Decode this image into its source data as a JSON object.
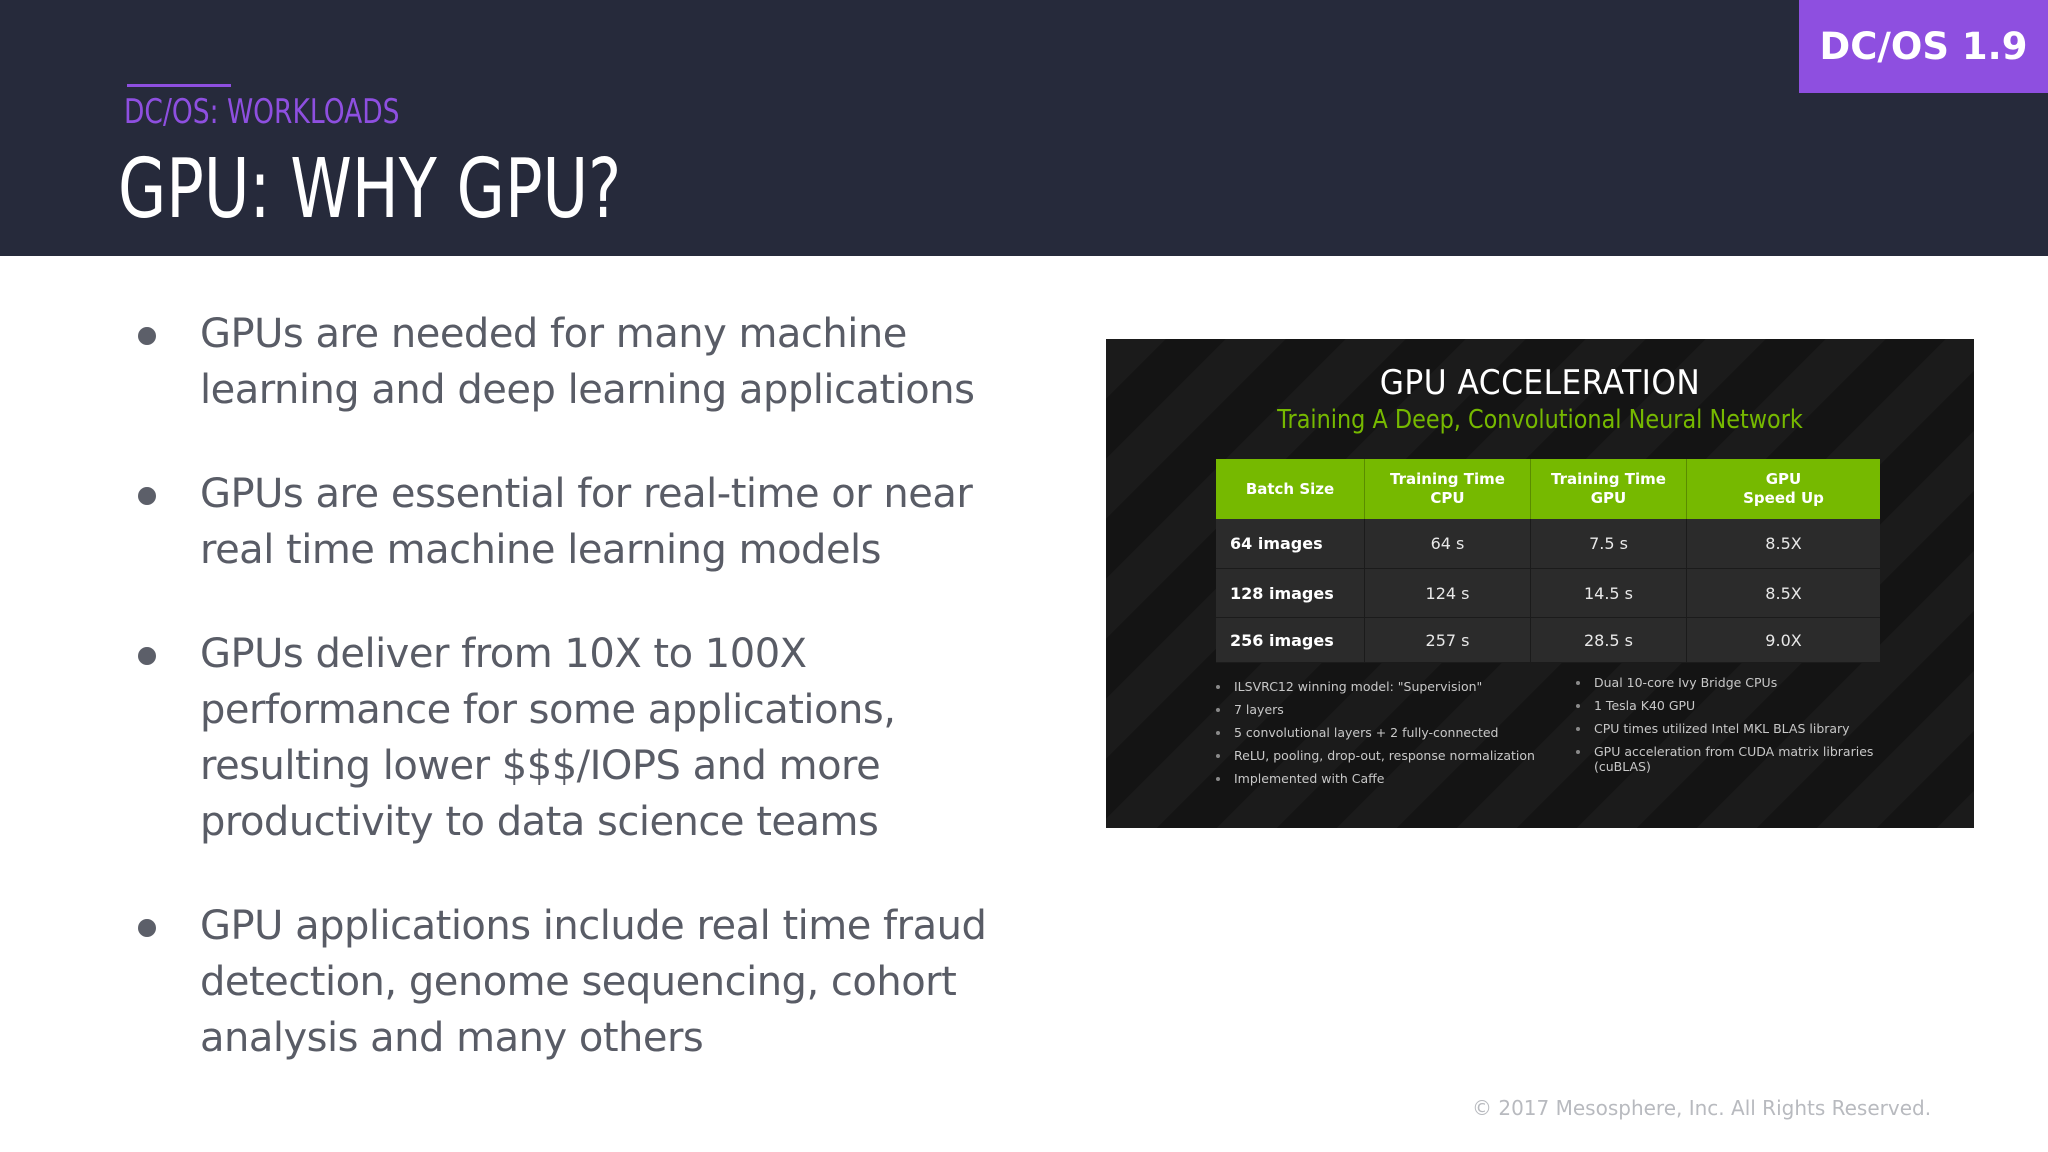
{
  "header": {
    "section_label": "DC/OS: WORKLOADS",
    "title": "GPU: WHY GPU?",
    "version_badge": "DC/OS 1.9"
  },
  "bullets": [
    "GPUs are needed for many machine\nlearning and deep learning applications",
    " GPUs are essential for real-time or near\nreal time machine learning models",
    "GPUs deliver from 10X to 100X\nperformance for some applications,\nresulting lower $$$/IOPS and more\nproductivity to data science teams",
    "GPU applications include real time fraud\ndetection, genome sequencing, cohort\nanalysis  and many others"
  ],
  "embedded_image": {
    "title": "GPU ACCELERATION",
    "subtitle": "Training A Deep, Convolutional Neural Network",
    "columns": [
      "Batch Size",
      "Training Time\nCPU",
      "Training Time\nGPU",
      "GPU\nSpeed Up"
    ],
    "rows": [
      [
        "64 images",
        "64 s",
        "7.5 s",
        "8.5X"
      ],
      [
        "128 images",
        "124 s",
        "14.5 s",
        "8.5X"
      ],
      [
        "256 images",
        "257 s",
        "28.5 s",
        "9.0X"
      ]
    ],
    "notes_left": [
      "ILSVRC12 winning model: \"Supervision\"",
      "7 layers",
      "5 convolutional layers + 2 fully-connected",
      "ReLU, pooling, drop-out, response normalization",
      "Implemented with Caffe"
    ],
    "notes_right": [
      "Dual 10-core Ivy Bridge CPUs",
      "1 Tesla K40 GPU",
      "CPU times utilized Intel MKL BLAS library",
      "GPU acceleration from CUDA matrix libraries\n(cuBLAS)"
    ]
  },
  "footer": {
    "copyright": "© 2017 Mesosphere, Inc. All Rights Reserved."
  },
  "colors": {
    "header_bg": "#262a3b",
    "accent_purple": "#8e4fe0",
    "nvidia_green": "#76b900",
    "body_text": "#595c66"
  }
}
